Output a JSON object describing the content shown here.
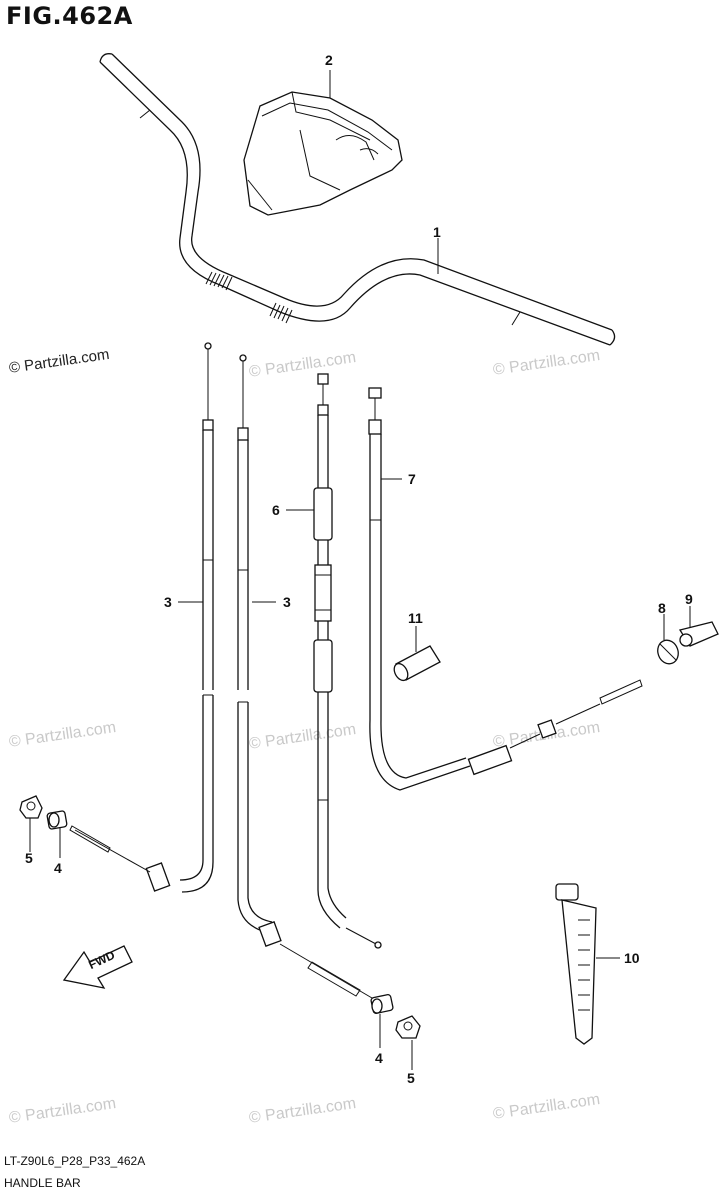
{
  "figure": {
    "title": "FIG.462A",
    "code": "LT-Z90L6_P28_P33_462A",
    "name": "HANDLE BAR",
    "fwd_label": "FWD"
  },
  "watermark_text": "© Partzilla.com",
  "callouts": {
    "c1": "1",
    "c2": "2",
    "c3a": "3",
    "c3b": "3",
    "c4a": "4",
    "c4b": "4",
    "c5a": "5",
    "c5b": "5",
    "c6": "6",
    "c7": "7",
    "c8": "8",
    "c9": "9",
    "c10": "10",
    "c11": "11"
  },
  "icons": {
    "fwd_arrow": "fwd-arrow-icon"
  }
}
